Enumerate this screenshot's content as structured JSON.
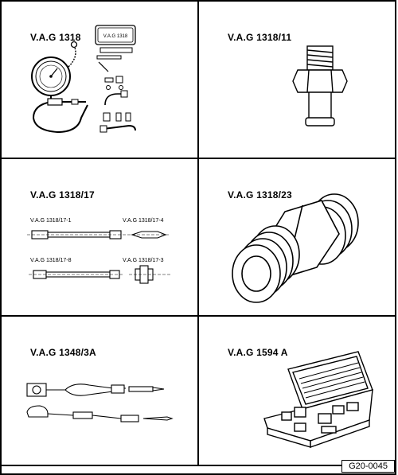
{
  "panels": [
    {
      "title": "V.A.G 1318",
      "case_label": "V.A.G 1318"
    },
    {
      "title": "V.A.G 1318/11"
    },
    {
      "title": "V.A.G 1318/17",
      "parts": [
        "V.A.G 1318/17-1",
        "V.A.G 1318/17-4",
        "V.A.G 1318/17-8",
        "V.A.G 1318/17-3"
      ]
    },
    {
      "title": "V.A.G 1318/23"
    },
    {
      "title": "V.A.G 1348/3A"
    },
    {
      "title": "V.A.G 1594 A"
    }
  ],
  "figure_code": "G20-0045"
}
